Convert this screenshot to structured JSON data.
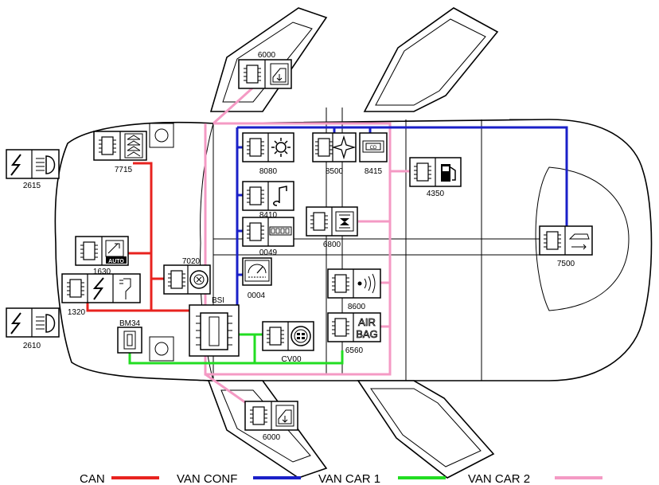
{
  "legend": {
    "can_label": "CAN",
    "van_conf_label": "VAN CONF",
    "van_car1_label": "VAN CAR 1",
    "van_car2_label": "VAN CAR 2"
  },
  "colors": {
    "can": "#e8231f",
    "van_conf": "#1a20c8",
    "van_car1": "#22dd22",
    "van_car2": "#f49ac4"
  },
  "modules": {
    "door_front": "6000",
    "door_rear": "6000",
    "m7715": "7715",
    "m2615": "2615",
    "m2610": "2610",
    "m1630": "1630",
    "m1320": "1320",
    "m7020": "7020",
    "bsi": "BSI",
    "bm34": "BM34",
    "m8080": "8080",
    "m8500": "8500",
    "m8415": "8415",
    "m4350": "4350",
    "m8410": "8410",
    "m0049": "0049",
    "m6800": "6800",
    "m0004": "0004",
    "m8600": "8600",
    "m6560": "6560",
    "cv00": "CV00",
    "m7500": "7500"
  },
  "icon_text": {
    "auto": "AUTO",
    "airbag_line1": "AIR",
    "airbag_line2": "BAG"
  }
}
